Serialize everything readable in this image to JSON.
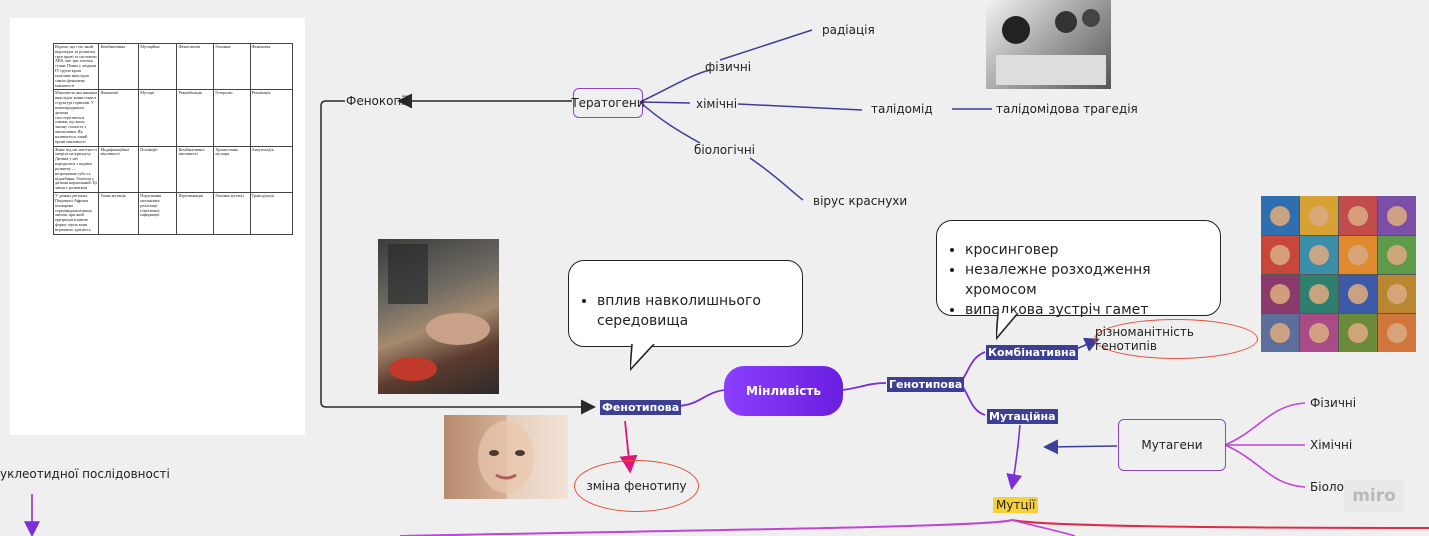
{
  "mindmap": {
    "center": "Мінливість",
    "fenotypova": "Фенотипова",
    "genotypova": "Генотипова",
    "kombinatyvna": "Комбінативна",
    "mutatsiina": "Мутаційна",
    "fenocopii": "Фенокопії",
    "teratogeny": "Тератогени",
    "fizychni": "фізичні",
    "khimichni": "хімічні",
    "biolohichni": "біологічні",
    "radiatsiia": "радіація",
    "talidomid": "талідомід",
    "talidomid_tragedy": "талідомідова трагедія",
    "virus": "вірус краснухи",
    "zmina_fenotypu": "зміна фенотипу",
    "riznomanitnist": "різноманітність генотипів",
    "mutageny": "Мутагени",
    "mut_fizychni": "Фізичні",
    "mut_khimichni": "Хімічні",
    "mut_biolohichni": "Біологічні",
    "mutatsii": "Мутції",
    "nucleotide_fragment": "уклеотидної послідовності",
    "bubble_pheno": [
      "вплив навколишнього середовища"
    ],
    "bubble_geno": [
      "кросинговер",
      "незалежне розходження хромосом",
      "випадкова зустріч гамет"
    ]
  },
  "document": {
    "rows": [
      [
        "Відомо, що гем, який відповідає за розвиток груп крові за системою АВ0, має три алельні стани. Поява у людини IV групи крові можлива внаслідок такого феномену мінливості",
        "Комбінативна",
        "Мутаційна",
        "Фенотипова",
        "Геномна",
        "Фенокопія"
      ],
      [
        "Мінливість яка виникає внаслідок зміни генів в структурі гормонів. У новонародженої дитини спостерігаються ознаки, що мали значну схожість з аномаліями. Як називається такий прояв мінливості",
        "Фенокопії",
        "Мутації",
        "Рекомбінація",
        "Гетерозис",
        "Реплікація"
      ],
      [
        "Живе під час вагітності хворіла на краснуху. Дитина у неї народилася з вадами розвитку — незрощення губи та піднебіння. Генотип у дитини нормальний. Ці зміни є розвитком",
        "Модифікаційної мінливості",
        "Полімерії",
        "Комбінативної мінливості",
        "Хромосомна мутація",
        "Анеуплоїдія"
      ],
      [
        "У деяких регіонах Південної Африки поширена серповидноклітинна анемія, при якій еритроцити мають форму серпа вони втрачають здатність",
        "Генна мутація",
        "Порушення механізмів реалізації генетичної інформації",
        "Перетинкація",
        "Геномні мутації",
        "Трансдукція"
      ]
    ]
  },
  "colors": {
    "center_pill": "#7b2ff0",
    "tag_bg": "#3c3f93",
    "box_border": "#8c46c4",
    "oval_border": "#e2523a",
    "line_blue": "#3d3d9a",
    "line_magenta": "#c044d8",
    "arrow_pink": "#e0157a",
    "highlight": "#f8d138"
  },
  "watermark": "miro"
}
